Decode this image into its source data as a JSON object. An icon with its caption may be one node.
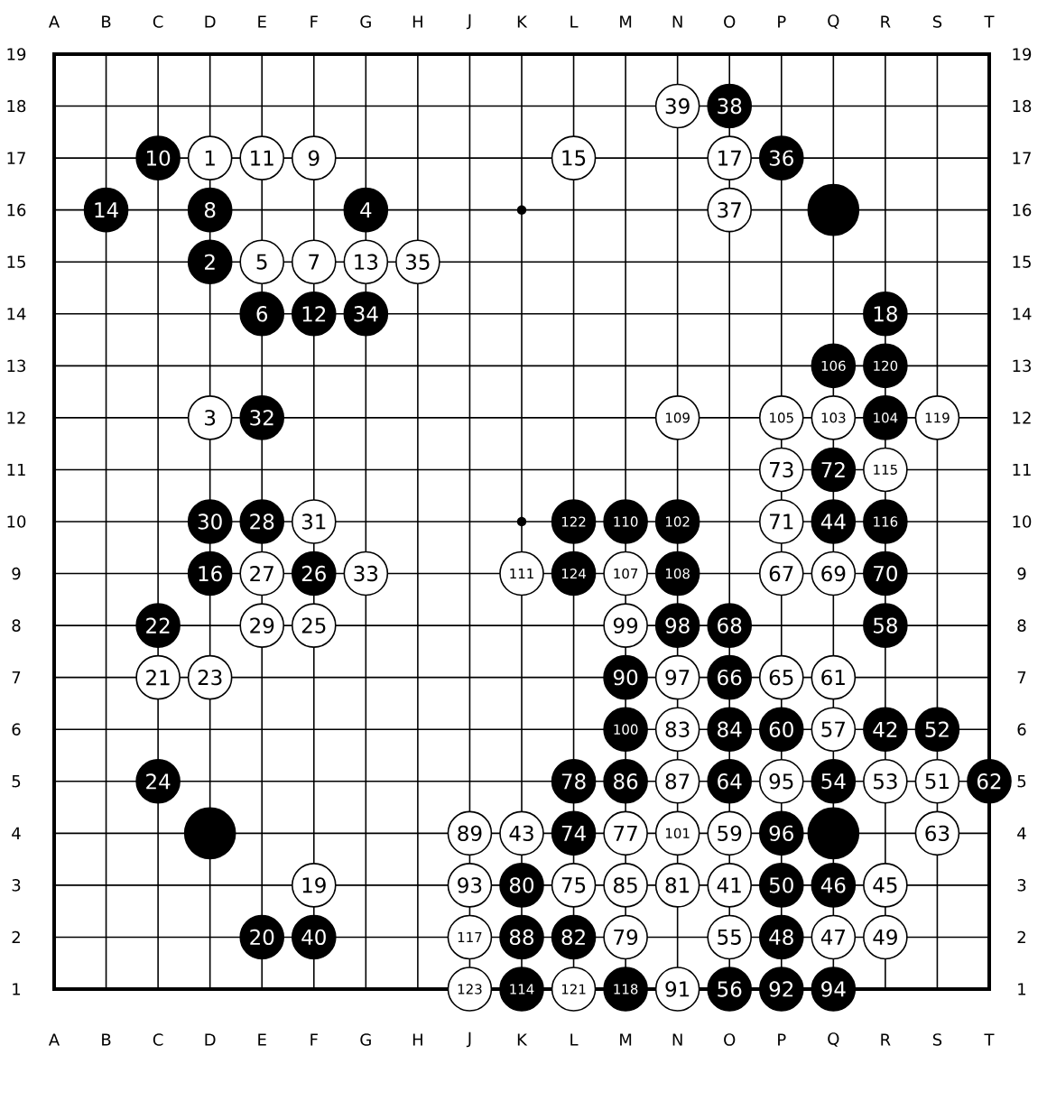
{
  "diagram": {
    "nodes": [
      {
        "text": [
          "39"
        ]
      },
      {
        "text": [
          "38"
        ]
      },
      {
        "text": [
          "10"
        ]
      },
      {
        "text": [
          "1"
        ]
      },
      {
        "text": [
          "11"
        ]
      },
      {
        "text": [
          "9"
        ]
      },
      {
        "text": [
          "15"
        ]
      },
      {
        "text": [
          "17"
        ]
      },
      {
        "text": [
          "36"
        ]
      },
      {
        "text": [
          "14"
        ]
      },
      {
        "text": [
          "8"
        ]
      },
      {
        "text": [
          "4"
        ]
      },
      {
        "text": [
          "37"
        ]
      },
      {
        "text": [],
        "shape": "circle"
      },
      {
        "text": [
          "2"
        ]
      },
      {
        "text": [
          "5"
        ]
      },
      {
        "text": [
          "7"
        ]
      },
      {
        "text": [
          "13"
        ]
      },
      {
        "text": [
          "35"
        ]
      },
      {
        "text": [
          "6"
        ]
      },
      {
        "text": [
          "12"
        ]
      },
      {
        "text": [
          "34"
        ]
      },
      {
        "text": [
          "18"
        ]
      },
      {
        "text": [
          "106"
        ]
      },
      {
        "text": [
          "120"
        ]
      },
      {
        "text": [
          "3"
        ]
      },
      {
        "text": [
          "32"
        ]
      },
      {
        "text": [
          "109"
        ]
      },
      {
        "text": [
          "105"
        ]
      },
      {
        "text": [
          "103"
        ]
      },
      {
        "text": [
          "104"
        ]
      },
      {
        "text": [
          "119"
        ]
      },
      {
        "text": [
          "73"
        ]
      },
      {
        "text": [
          "72"
        ]
      },
      {
        "text": [
          "115"
        ]
      },
      {
        "text": [
          "30"
        ]
      },
      {
        "text": [
          "28"
        ]
      },
      {
        "text": [
          "31"
        ]
      },
      {
        "text": [
          "122"
        ]
      },
      {
        "text": [
          "110"
        ]
      },
      {
        "text": [
          "102"
        ]
      },
      {
        "text": [
          "71"
        ]
      },
      {
        "text": [
          "44"
        ]
      },
      {
        "text": [
          "116"
        ]
      },
      {
        "text": [
          "16"
        ]
      },
      {
        "text": [
          "27"
        ]
      },
      {
        "text": [
          "26"
        ]
      },
      {
        "text": [
          "33"
        ]
      },
      {
        "text": [
          "111"
        ]
      },
      {
        "text": [
          "124"
        ]
      },
      {
        "text": [
          "107"
        ]
      },
      {
        "text": [
          "108"
        ]
      },
      {
        "text": [
          "67"
        ]
      },
      {
        "text": [
          "69"
        ]
      },
      {
        "text": [
          "70"
        ]
      },
      {
        "text": [
          "22"
        ]
      },
      {
        "text": [
          "29"
        ]
      },
      {
        "text": [
          "25"
        ]
      },
      {
        "text": [
          "99"
        ]
      },
      {
        "text": [
          "98"
        ]
      },
      {
        "text": [
          "68"
        ]
      },
      {
        "text": [
          "58"
        ]
      },
      {
        "text": [
          "21"
        ]
      },
      {
        "text": [
          "23"
        ]
      },
      {
        "text": [
          "90"
        ]
      },
      {
        "text": [
          "97"
        ]
      },
      {
        "text": [
          "66"
        ]
      },
      {
        "text": [
          "65"
        ]
      },
      {
        "text": [
          "61"
        ]
      },
      {
        "text": [
          "100"
        ]
      },
      {
        "text": [
          "83"
        ]
      },
      {
        "text": [
          "84"
        ]
      },
      {
        "text": [
          "60"
        ]
      },
      {
        "text": [
          "57"
        ]
      },
      {
        "text": [
          "42"
        ]
      },
      {
        "text": [
          "52"
        ]
      },
      {
        "text": [
          "24"
        ]
      },
      {
        "text": [
          "78"
        ]
      },
      {
        "text": [
          "86"
        ]
      },
      {
        "text": [
          "87"
        ]
      },
      {
        "text": [
          "64"
        ]
      },
      {
        "text": [
          "95"
        ]
      },
      {
        "text": [
          "54"
        ]
      },
      {
        "text": [
          "53"
        ]
      },
      {
        "text": [
          "51"
        ]
      },
      {
        "text": [
          "62"
        ]
      },
      {
        "text": [],
        "shape": "circle"
      },
      {
        "text": [
          "89"
        ]
      },
      {
        "text": [
          "43"
        ]
      },
      {
        "text": [
          "74"
        ]
      },
      {
        "text": [
          "77"
        ]
      },
      {
        "text": [
          "101"
        ]
      },
      {
        "text": [
          "59"
        ]
      },
      {
        "text": [
          "96"
        ]
      },
      {
        "text": [],
        "shape": "circle"
      },
      {
        "text": [
          "63"
        ]
      },
      {
        "text": [
          "19"
        ]
      },
      {
        "text": [
          "93"
        ]
      },
      {
        "text": [
          "80"
        ]
      },
      {
        "text": [
          "75"
        ]
      },
      {
        "text": [
          "85"
        ]
      },
      {
        "text": [
          "81"
        ]
      },
      {
        "text": [
          "41"
        ]
      },
      {
        "text": [
          "50"
        ]
      },
      {
        "text": [
          "46"
        ]
      },
      {
        "text": [
          "45"
        ]
      },
      {
        "text": [
          "20"
        ]
      },
      {
        "text": [
          "40"
        ]
      },
      {
        "text": [
          "117"
        ]
      },
      {
        "text": [
          "88"
        ]
      },
      {
        "text": [
          "82"
        ]
      },
      {
        "text": [
          "79"
        ]
      },
      {
        "text": [
          "55"
        ]
      },
      {
        "text": [
          "48"
        ]
      },
      {
        "text": [
          "47"
        ]
      },
      {
        "text": [
          "49"
        ]
      },
      {
        "text": [
          "123"
        ]
      },
      {
        "text": [
          "114"
        ]
      },
      {
        "text": [
          "121"
        ]
      },
      {
        "text": [
          "118"
        ]
      },
      {
        "text": [
          "91"
        ]
      },
      {
        "text": [
          "56"
        ]
      },
      {
        "text": [
          "92"
        ]
      },
      {
        "text": [
          "94"
        ]
      }
    ],
    "edges": [],
    "labels": [
      "A",
      "B",
      "C",
      "D",
      "E",
      "F",
      "G",
      "H",
      "J",
      "K",
      "L",
      "M",
      "N",
      "O",
      "P",
      "Q",
      "R",
      "S",
      "T",
      "19",
      "19",
      "18",
      "18",
      "17",
      "17",
      "16",
      "16",
      "15",
      "15",
      "14",
      "14",
      "13",
      "13",
      "12",
      "12",
      "11",
      "11",
      "10",
      "10",
      "9",
      "9",
      "8",
      "8",
      "7",
      "7",
      "6",
      "6",
      "5",
      "5",
      "4",
      "4",
      "3",
      "3",
      "2",
      "2",
      "1",
      "1",
      "A",
      "B",
      "C",
      "D",
      "E",
      "F",
      "G",
      "H",
      "J",
      "K",
      "L",
      "M",
      "N",
      "O",
      "P",
      "Q",
      "R",
      "S",
      "T"
    ]
  }
}
